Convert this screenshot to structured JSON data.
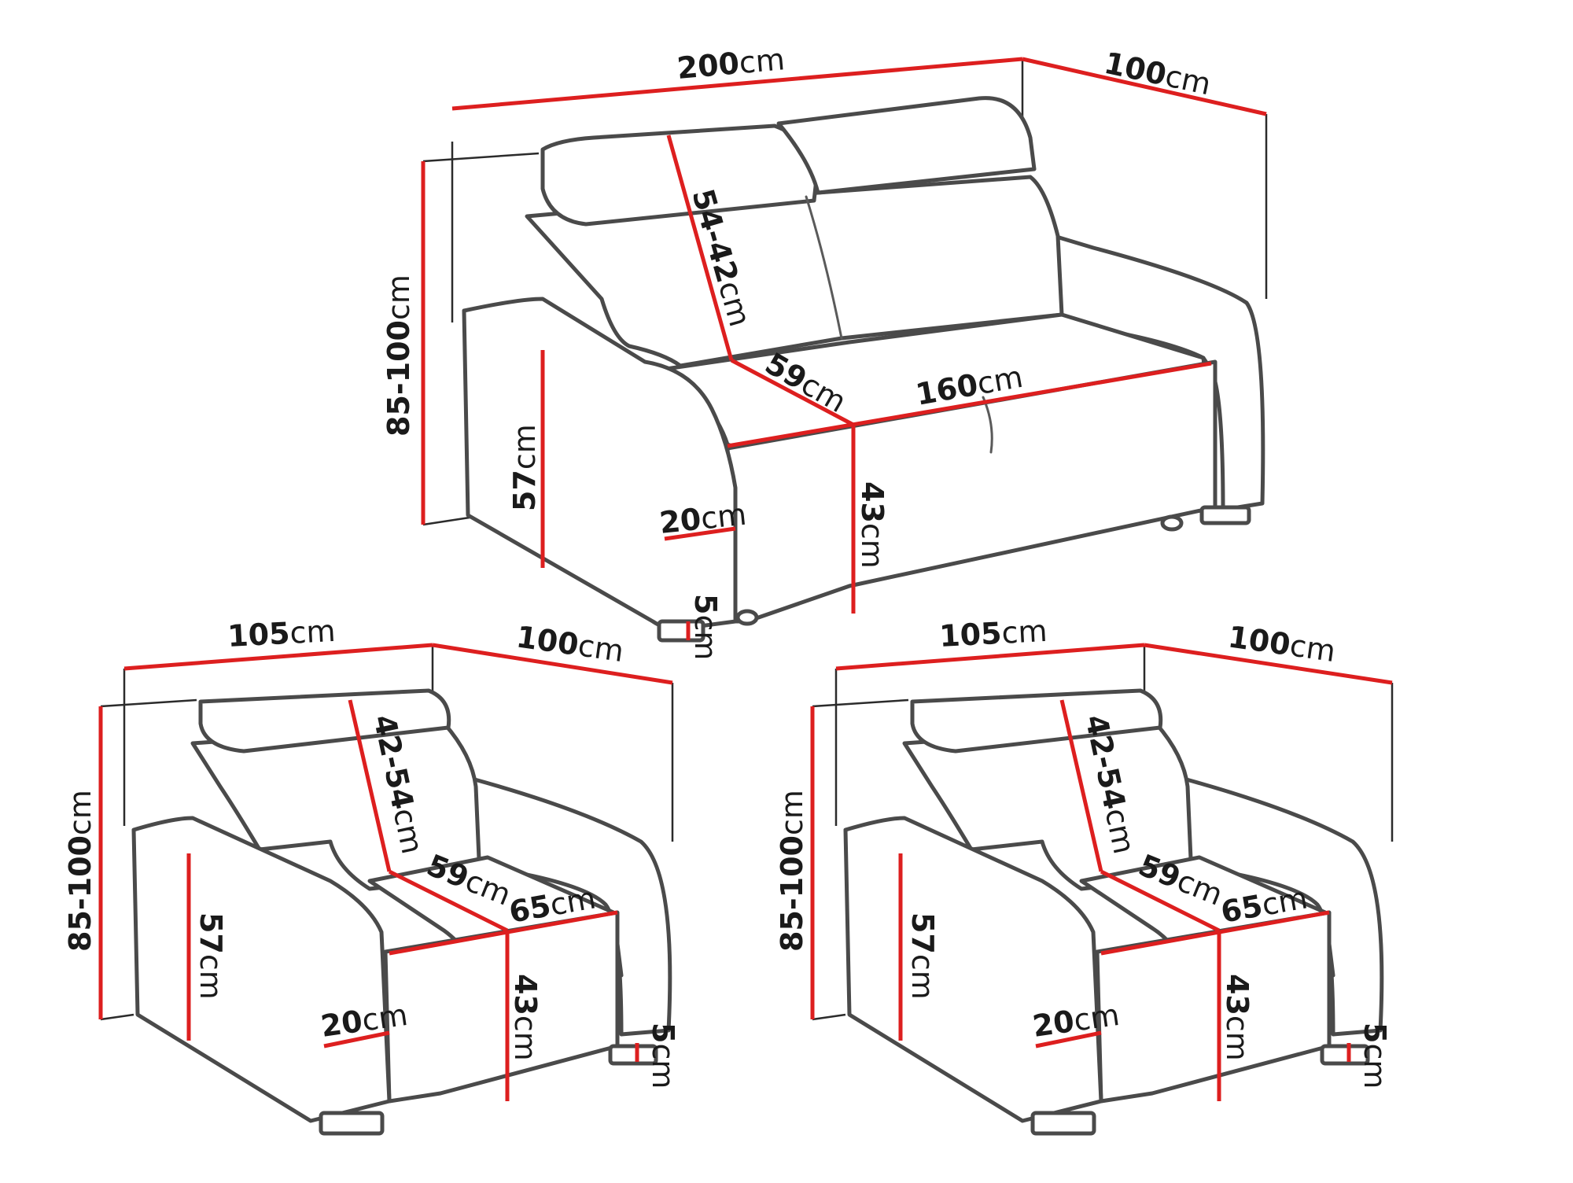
{
  "colors": {
    "outline": "#4a4a4a",
    "dimension": "#dd1f1f",
    "guide": "#2b2b2b",
    "text": "#1a1a1a"
  },
  "sofa": {
    "width": "200",
    "depth": "100",
    "height": "85-100",
    "headrest": "54-42",
    "seat_depth": "59",
    "seat_width": "160",
    "arm_height": "57",
    "arm_width": "20",
    "seat_height": "43",
    "leg_height": "5"
  },
  "armchair_left": {
    "width": "105",
    "depth": "100",
    "height": "85-100",
    "headrest": "42-54",
    "seat_depth": "59",
    "seat_width": "65",
    "arm_height": "57",
    "arm_width": "20",
    "seat_height": "43",
    "leg_height": "5"
  },
  "armchair_right": {
    "width": "105",
    "depth": "100",
    "height": "85-100",
    "headrest": "42-54",
    "seat_depth": "59",
    "seat_width": "65",
    "arm_height": "57",
    "arm_width": "20",
    "seat_height": "43",
    "leg_height": "5"
  },
  "unit": "cm"
}
